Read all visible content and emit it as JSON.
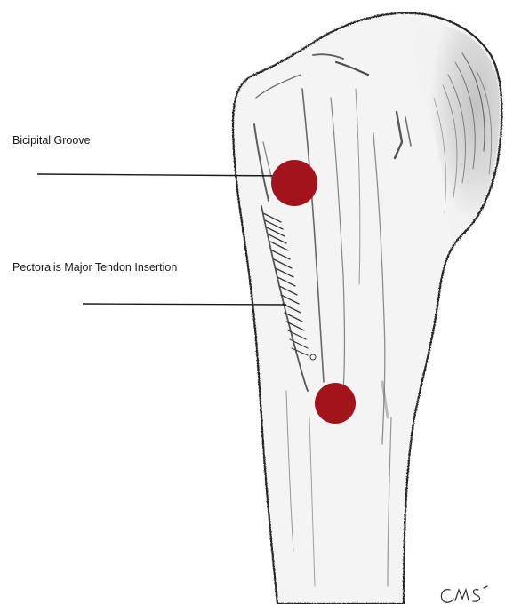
{
  "labels": {
    "bicipital_groove": "Bicipital Groove",
    "pectoralis_major": "Pectoralis Major Tendon Insertion"
  },
  "signature": "CMS",
  "colors": {
    "marker": "#a3131c",
    "ink": "#2b2b2b",
    "shade": "#8a8a8a"
  }
}
